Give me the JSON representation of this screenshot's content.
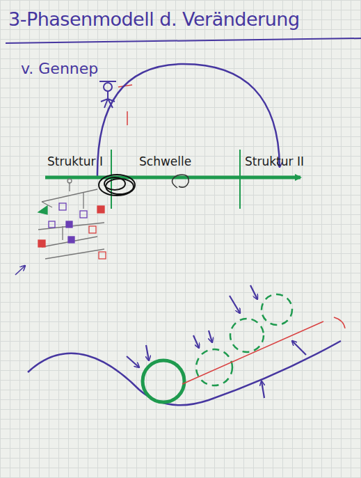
{
  "diagram": {
    "title": "3-Phasenmodell d. Veränderung",
    "labels": [
      "v. Gennep",
      "Struktur I",
      "Schwelle",
      "Struktur II"
    ]
  }
}
